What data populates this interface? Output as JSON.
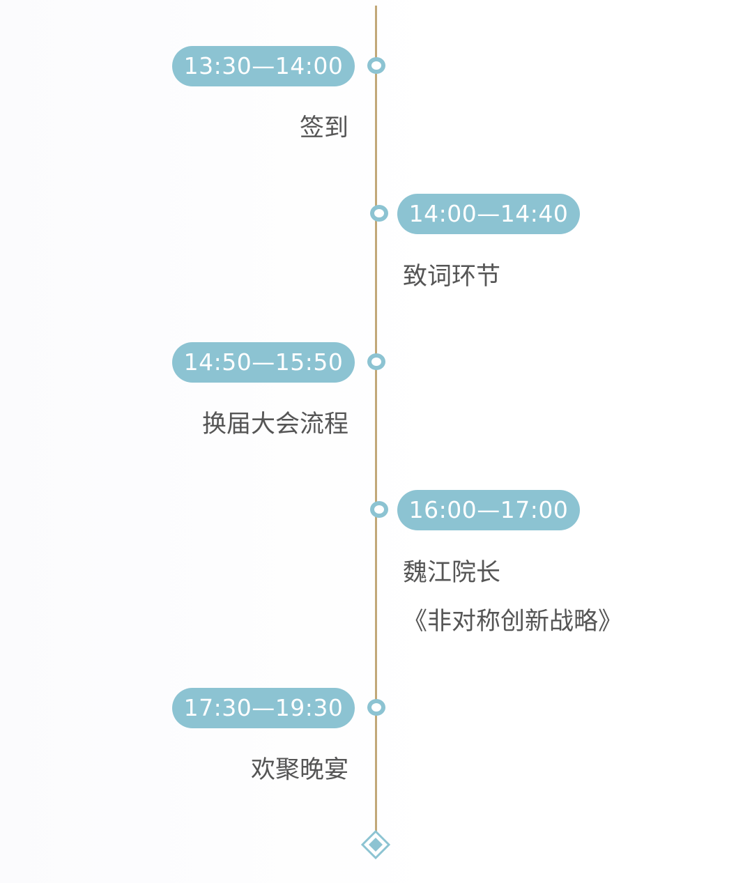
{
  "colors": {
    "line": "#c2a878",
    "pill": "#8cc3d2",
    "pill_text": "#ffffff",
    "label_text": "#555555"
  },
  "events": [
    {
      "time": "13:30—14:00",
      "title": "签到"
    },
    {
      "time": "14:00—14:40",
      "title": "致词环节"
    },
    {
      "time": "14:50—15:50",
      "title": "换届大会流程"
    },
    {
      "time": "16:00—17:00",
      "title": "魏江院长",
      "subtitle": "《非对称创新战略》"
    },
    {
      "time": "17:30—19:30",
      "title": "欢聚晚宴"
    }
  ],
  "end_marker_icon": "diamond-icon"
}
